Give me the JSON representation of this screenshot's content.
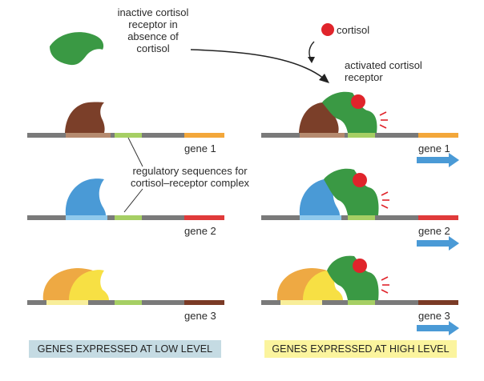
{
  "labels": {
    "inactive_receptor": [
      "inactive cortisol",
      "receptor in",
      "absence of",
      "cortisol"
    ],
    "cortisol": "cortisol",
    "activated_receptor": [
      "activated cortisol",
      "receptor"
    ],
    "regulatory": [
      "regulatory sequences for",
      "cortisol–receptor complex"
    ],
    "genes": [
      "gene 1",
      "gene 2",
      "gene 3"
    ],
    "low_banner": "GENES EXPRESSED AT LOW LEVEL",
    "high_banner": "GENES EXPRESSED AT HIGH LEVEL"
  },
  "colors": {
    "dna_gray": "#7a7a7a",
    "regulatory_green": "#a6cf64",
    "receptor_green": "#3a9944",
    "cortisol_red": "#e0242b",
    "gene1_orange": "#f3a73a",
    "gene2_red": "#e03a3a",
    "gene3_brown": "#7b3b26",
    "protein_brown": "#7b3f29",
    "protein_blue": "#4a9ad6",
    "protein_orange": "#eea943",
    "protein_yellow": "#f7e044",
    "arrow_blue": "#4a9ad6",
    "low_banner_bg": "#c5dbe3",
    "high_banner_bg": "#fbf49e"
  }
}
